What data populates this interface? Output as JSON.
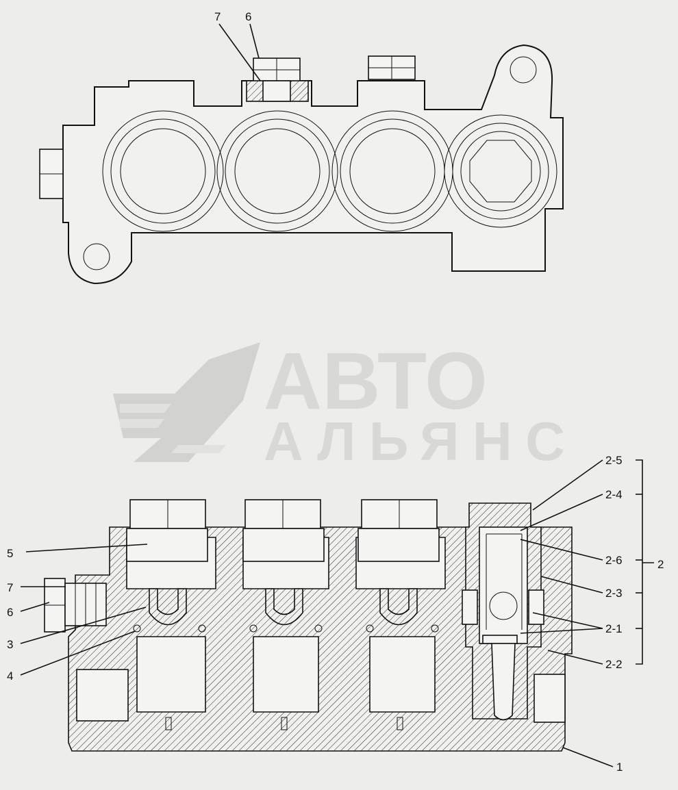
{
  "watermark": {
    "line1": "АВТО",
    "line2": "АЛЬЯНС"
  },
  "labels": {
    "top_view": [
      "7",
      "6"
    ],
    "left": [
      "5",
      "7",
      "6",
      "3",
      "4"
    ],
    "right": [
      "2-5",
      "2-4",
      "2-6",
      "2",
      "2-3",
      "2-1",
      "2-2",
      "1"
    ]
  },
  "colors": {
    "background": "#ededea",
    "line": "#111111",
    "watermark": "#cfcfcc"
  }
}
